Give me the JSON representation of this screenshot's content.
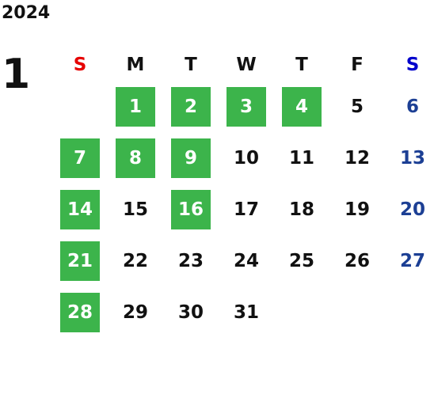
{
  "calendar": {
    "year": "2024",
    "month": "1",
    "weekdays": [
      "S",
      "M",
      "T",
      "W",
      "T",
      "F",
      "S"
    ],
    "days": [
      "",
      "1",
      "2",
      "3",
      "4",
      "5",
      "6",
      "7",
      "8",
      "9",
      "10",
      "11",
      "12",
      "13",
      "14",
      "15",
      "16",
      "17",
      "18",
      "19",
      "20",
      "21",
      "22",
      "23",
      "24",
      "25",
      "26",
      "27",
      "28",
      "29",
      "30",
      "31",
      "",
      "",
      ""
    ],
    "highlighted_days": [
      "1",
      "2",
      "3",
      "4",
      "7",
      "8",
      "9",
      "14",
      "16",
      "21",
      "28"
    ]
  },
  "colors": {
    "highlight": "#3cb44b",
    "sunday_header": "#e60000",
    "saturday_header": "#0000cc",
    "saturday_day": "#1c3f94",
    "text": "#111111"
  }
}
